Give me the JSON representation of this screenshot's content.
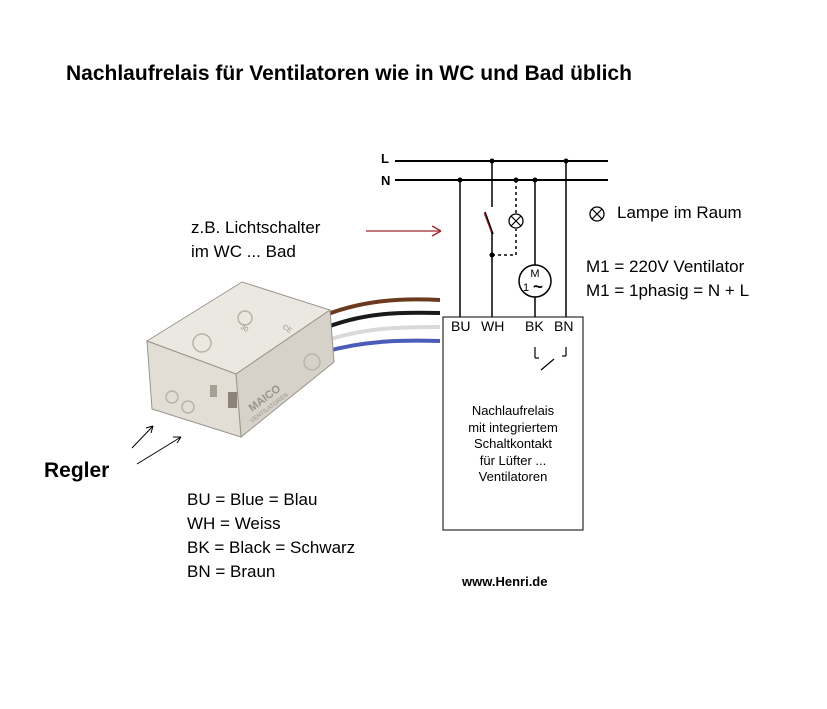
{
  "title": "Nachlaufrelais für Ventilatoren wie in WC und Bad üblich",
  "lines": {
    "L": "L",
    "N": "N"
  },
  "lamp_label": "Lampe im Raum",
  "motor": {
    "line1": "M1 = 220V Ventilator",
    "line2": "M1 = 1phasig = N + L",
    "symbol_m": "M",
    "symbol_phase": "1",
    "symbol_tilde": "~"
  },
  "switch_label": {
    "line1": "z.B. Lichtschalter",
    "line2": "im WC ... Bad"
  },
  "regler": "Regler",
  "terminals": {
    "BU": "BU",
    "WH": "WH",
    "BK": "BK",
    "BN": "BN"
  },
  "relay_box": [
    "Nachlaufrelais",
    "mit integriertem",
    "Schaltkontakt",
    "für Lüfter ...",
    "Ventilatoren"
  ],
  "legend": [
    "BU = Blue = Blau",
    "WH = Weiss",
    "BK = Black = Schwarz",
    "BN = Braun"
  ],
  "website": "www.Henri.de",
  "device_labels": {
    "brand": "MAICO",
    "brand_sub": "VENTILATOREN",
    "cert": "CE",
    "time": "30"
  },
  "colors": {
    "line": "#000000",
    "arrow": "#a0262c",
    "wire_brown": "#6b3a1e",
    "wire_black": "#1a1a1a",
    "wire_white": "#d9d9d9",
    "wire_blue": "#4a5cb5",
    "device_body": "#e6e2da"
  }
}
